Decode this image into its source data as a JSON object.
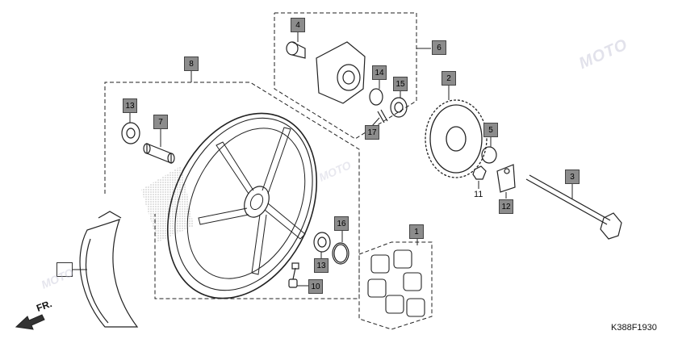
{
  "diagram": {
    "code": "K388F1930",
    "direction_label": "FR.",
    "watermark": "MOTO"
  },
  "callouts": [
    {
      "id": "callout-1",
      "label": "1"
    },
    {
      "id": "callout-2",
      "label": "2"
    },
    {
      "id": "callout-3",
      "label": "3"
    },
    {
      "id": "callout-4",
      "label": "4"
    },
    {
      "id": "callout-5",
      "label": "5"
    },
    {
      "id": "callout-6",
      "label": "6"
    },
    {
      "id": "callout-7",
      "label": "7"
    },
    {
      "id": "callout-8",
      "label": "8"
    },
    {
      "id": "callout-10",
      "label": "10"
    },
    {
      "id": "callout-11",
      "label": "11"
    },
    {
      "id": "callout-12",
      "label": "12"
    },
    {
      "id": "callout-13a",
      "label": "13"
    },
    {
      "id": "callout-13b",
      "label": "13"
    },
    {
      "id": "callout-14",
      "label": "14"
    },
    {
      "id": "callout-15",
      "label": "15"
    },
    {
      "id": "callout-16",
      "label": "16"
    },
    {
      "id": "callout-17",
      "label": "17"
    }
  ]
}
